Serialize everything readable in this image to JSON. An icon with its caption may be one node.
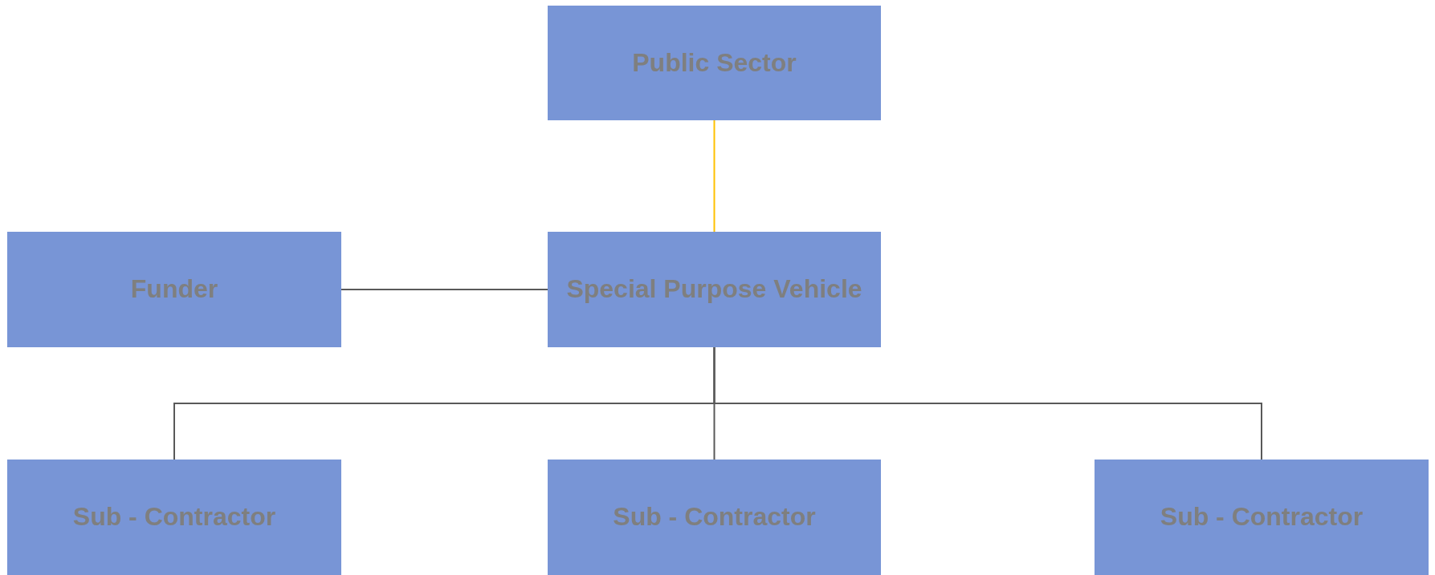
{
  "diagram": {
    "nodes": [
      {
        "text": [
          "Public Sector"
        ]
      },
      {
        "text": [
          "Funder"
        ]
      },
      {
        "text": [
          "Special Purpose Vehicle"
        ]
      },
      {
        "text": [
          "Sub - Contractor"
        ]
      },
      {
        "text": [
          "Sub - Contractor"
        ]
      },
      {
        "text": [
          "Sub - Contractor"
        ]
      }
    ],
    "edges": [
      {
        "from": 0,
        "to": 2,
        "arrow": "none",
        "color": "#ffc000"
      },
      {
        "from": 1,
        "to": 2,
        "arrow": "none"
      },
      {
        "from": 2,
        "to": 3,
        "arrow": "none"
      },
      {
        "from": 2,
        "to": 4,
        "arrow": "none"
      },
      {
        "from": 2,
        "to": 5,
        "arrow": "none"
      }
    ]
  }
}
